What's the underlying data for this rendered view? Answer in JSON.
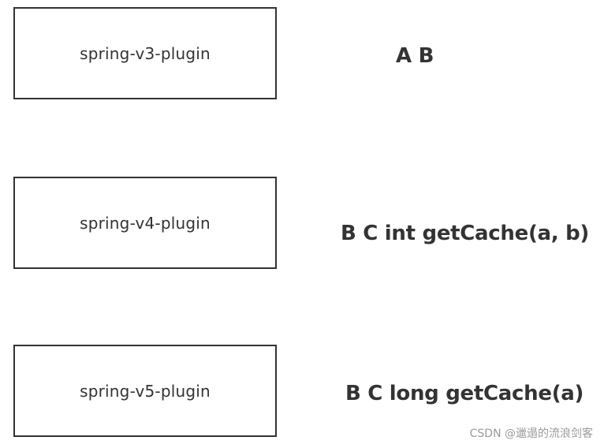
{
  "plugins": [
    {
      "label": "spring-v3-plugin",
      "note": "A B"
    },
    {
      "label": "spring-v4-plugin",
      "note": "B C int getCache(a, b)"
    },
    {
      "label": "spring-v5-plugin",
      "note": "B C long getCache(a)"
    }
  ],
  "watermark": "CSDN @邋遢的流浪剑客"
}
